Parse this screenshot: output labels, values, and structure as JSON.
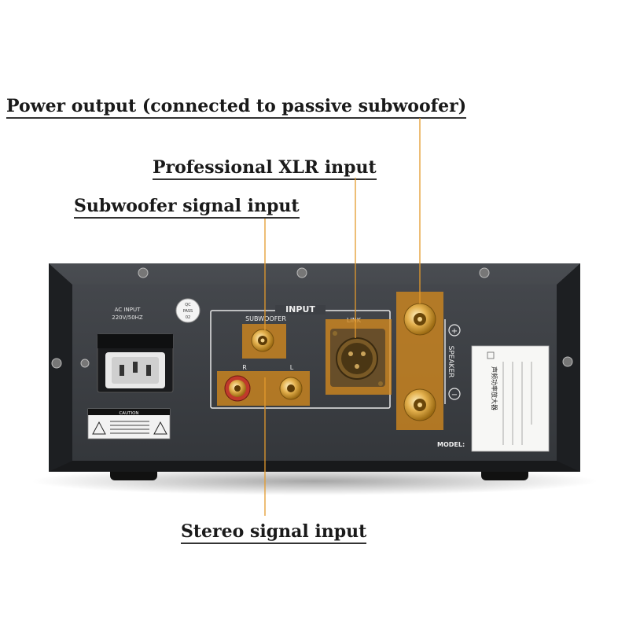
{
  "callouts": {
    "power_output": "Power output (connected to passive subwoofer)",
    "xlr_input": "Professional XLR input",
    "subwoofer_input": "Subwoofer signal input",
    "stereo_input": "Stereo signal input"
  },
  "panel": {
    "ac_input_label": "AC INPUT",
    "ac_voltage": "220V/50HZ",
    "qc_line1": "QC",
    "qc_line2": "PASS",
    "qc_line3": "02",
    "input_label": "INPUT",
    "subwoofer_label": "SUBWOOFER",
    "link_label": "LINK",
    "right_label": "R",
    "left_label": "L",
    "speaker_label": "SPEAKER",
    "plus_sign": "+",
    "minus_sign": "−",
    "caution_label": "CAUTION",
    "model_label": "MODEL:",
    "nameplate_title": "声频功率放大器"
  },
  "colors": {
    "highlight": "#d4891e",
    "leader_line": "#e39a2d",
    "chassis": "#2d2f33",
    "panel": "#3a3d42"
  }
}
